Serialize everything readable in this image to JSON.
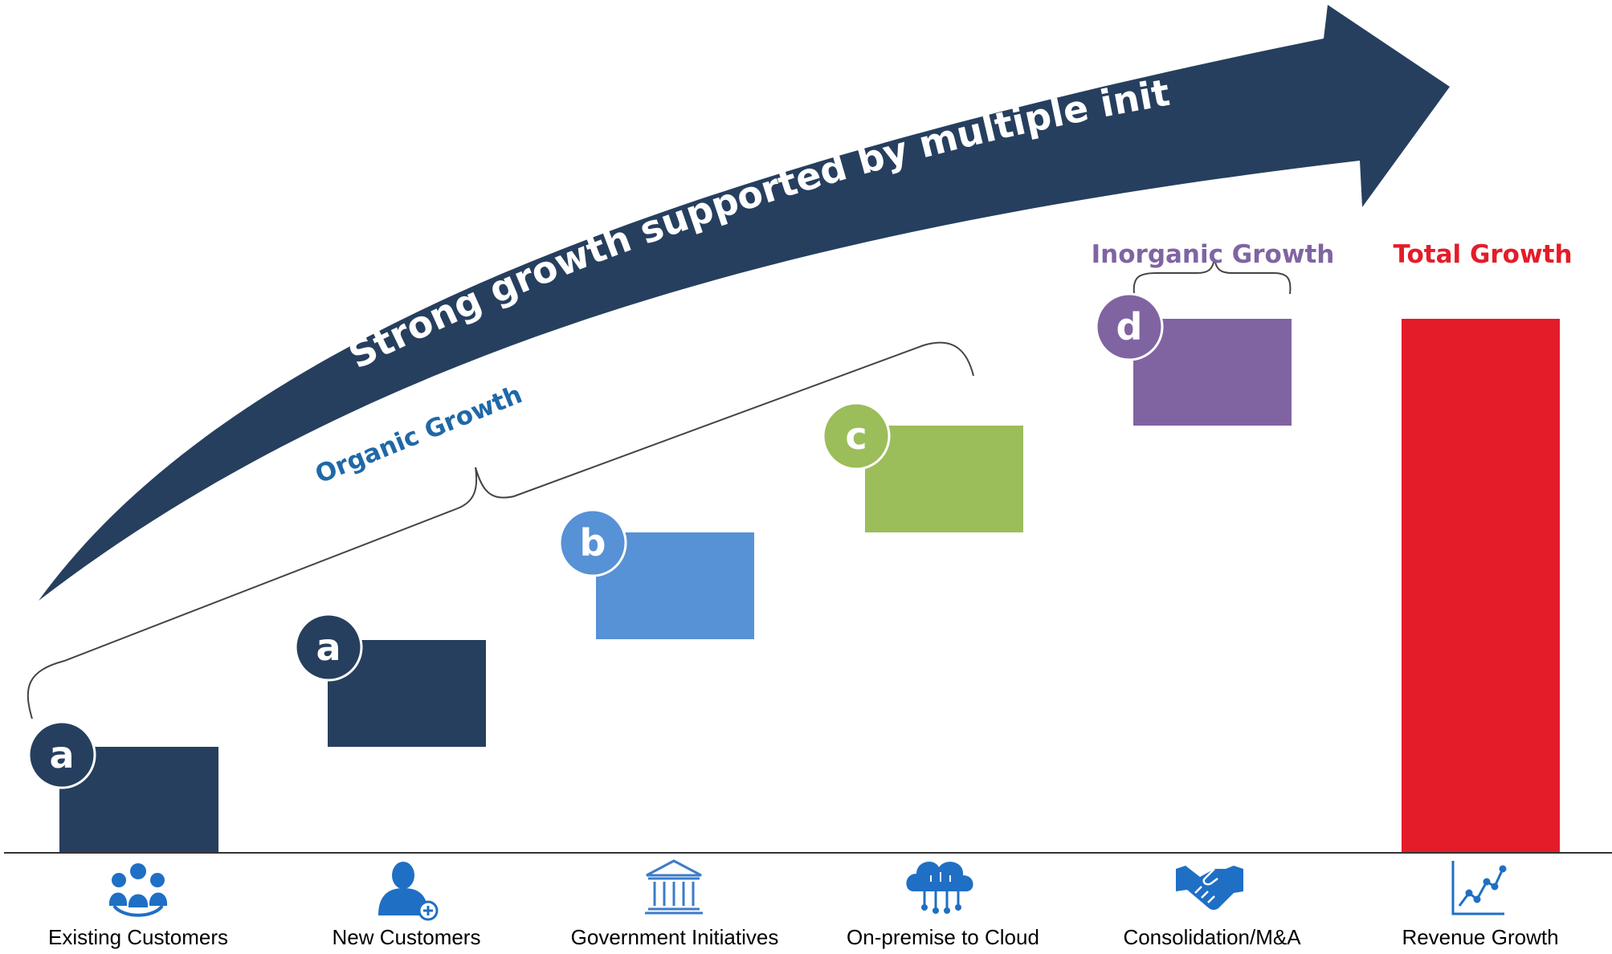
{
  "arrow_text": "Strong growth supported by multiple initiatives",
  "organic_label": "Organic Growth",
  "inorganic_label": "Inorganic Growth",
  "total_label": "Total Growth",
  "colors": {
    "navy": "#263f5e",
    "blue": "#5791d6",
    "green": "#9bbd5a",
    "purple": "#8064a2",
    "red": "#e41c29",
    "icon_blue": "#1f6fc5",
    "organic_text": "#1f68a8",
    "inorganic_text": "#8064a2",
    "total_text": "#e41c29"
  },
  "steps": [
    {
      "badge": "a",
      "color": "navy"
    },
    {
      "badge": "a",
      "color": "navy"
    },
    {
      "badge": "b",
      "color": "blue"
    },
    {
      "badge": "c",
      "color": "green"
    },
    {
      "badge": "d",
      "color": "purple"
    }
  ],
  "categories": [
    {
      "label": "Existing Customers",
      "icon": "group-icon"
    },
    {
      "label": "New Customers",
      "icon": "add-user-icon"
    },
    {
      "label": "Government Initiatives",
      "icon": "government-building-icon"
    },
    {
      "label": "On-premise to Cloud",
      "icon": "cloud-circuit-icon"
    },
    {
      "label": "Consolidation/M&A",
      "icon": "handshake-icon"
    },
    {
      "label": "Revenue Growth",
      "icon": "growth-chart-icon"
    }
  ]
}
